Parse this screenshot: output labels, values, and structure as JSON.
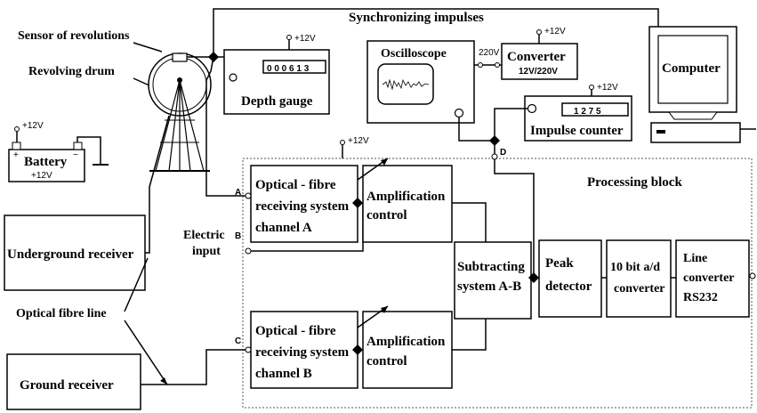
{
  "title": "Synchronizing impulses",
  "sensor": {
    "label": "Sensor of revolutions"
  },
  "drum": {
    "label": "Revolving drum"
  },
  "depth_gauge": {
    "label": "Depth gauge",
    "display": "0 0 0 6 1 3",
    "supply": "+12V"
  },
  "oscilloscope": {
    "label": "Oscilloscope",
    "supply": "220V"
  },
  "converter": {
    "label": "Converter",
    "sub": "12V/220V",
    "supply": "+12V"
  },
  "computer": {
    "label": "Computer"
  },
  "impulse_counter": {
    "label": "Impulse counter",
    "display": "1 2 7 5",
    "supply": "+12V"
  },
  "battery": {
    "label": "Battery",
    "voltage": "+12V",
    "terminal": "+12V",
    "plus": "+",
    "minus": "−"
  },
  "processing": {
    "label": "Processing block",
    "supply": "+12V"
  },
  "channel_a": {
    "line1": "Optical - fibre",
    "line2": "receiving system",
    "line3": "channel A"
  },
  "channel_b": {
    "line1": "Optical - fibre",
    "line2": "receiving system",
    "line3": "channel B"
  },
  "amp_a": {
    "line1": "Amplification",
    "line2": "control"
  },
  "amp_b": {
    "line1": "Amplification",
    "line2": "control"
  },
  "subtract": {
    "line1": "Subtracting",
    "line2": "system A-B"
  },
  "peak": {
    "line1": "Peak",
    "line2": "detector"
  },
  "adc": {
    "line1": "10 bit a/d",
    "line2": "converter"
  },
  "line_conv": {
    "line1": "Line",
    "line2": "converter",
    "line3": "RS232"
  },
  "underground_receiver": {
    "label": "Underground receiver"
  },
  "ground_receiver": {
    "label": "Ground receiver"
  },
  "fibre_line": {
    "label": "Optical fibre line"
  },
  "electric_input": {
    "line1": "Electric",
    "line2": "input"
  },
  "points": {
    "a": "A",
    "b": "B",
    "c": "C",
    "d": "D"
  }
}
